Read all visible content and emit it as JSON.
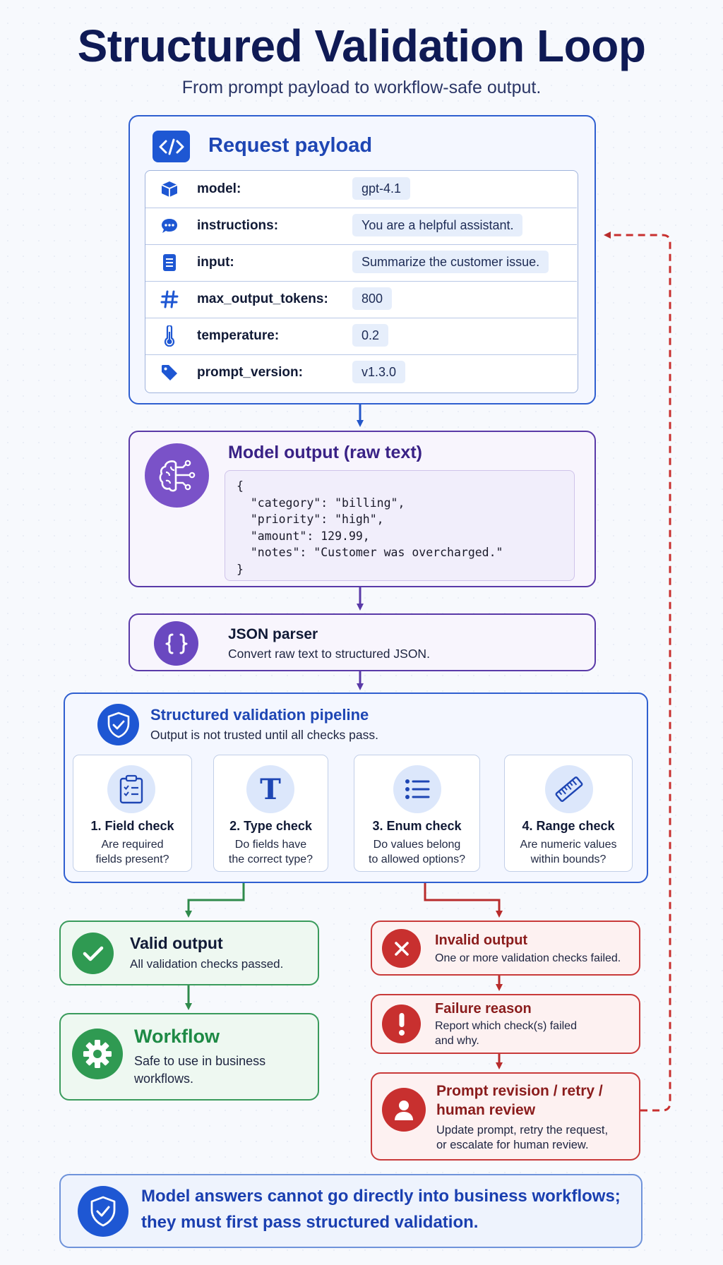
{
  "title": "Structured Validation Loop",
  "subtitle": "From prompt payload to workflow-safe output.",
  "payload": {
    "heading": "Request payload",
    "rows": [
      {
        "icon": "cube-icon",
        "key": "model:",
        "value": "gpt-4.1"
      },
      {
        "icon": "chat-bubble-icon",
        "key": "instructions:",
        "value": "You are a helpful assistant."
      },
      {
        "icon": "document-icon",
        "key": "input:",
        "value": "Summarize the customer issue."
      },
      {
        "icon": "hash-icon",
        "key": "max_output_tokens:",
        "value": "800"
      },
      {
        "icon": "thermometer-icon",
        "key": "temperature:",
        "value": "0.2"
      },
      {
        "icon": "tag-icon",
        "key": "prompt_version:",
        "value": "v1.3.0"
      }
    ]
  },
  "model_output": {
    "heading": "Model output (raw text)",
    "code": "{\n  \"category\": \"billing\",\n  \"priority\": \"high\",\n  \"amount\": 129.99,\n  \"notes\": \"Customer was overcharged.\"\n}"
  },
  "parser": {
    "heading": "JSON parser",
    "description": "Convert raw text to structured JSON."
  },
  "pipeline": {
    "heading": "Structured validation pipeline",
    "description": "Output is not trusted until all checks pass.",
    "steps": [
      {
        "title": "1. Field check",
        "line1": "Are required",
        "line2": "fields present?"
      },
      {
        "title": "2. Type check",
        "line1": "Do fields have",
        "line2": "the correct type?"
      },
      {
        "title": "3. Enum check",
        "line1": "Do values belong",
        "line2": "to allowed options?"
      },
      {
        "title": "4. Range check",
        "line1": "Are numeric values",
        "line2": "within bounds?"
      }
    ]
  },
  "valid": {
    "heading": "Valid output",
    "description": "All validation checks passed."
  },
  "workflow": {
    "heading": "Workflow",
    "line1": "Safe to use in business",
    "line2": "workflows."
  },
  "invalid": {
    "heading": "Invalid output",
    "description": "One or more validation checks failed."
  },
  "failure": {
    "heading": "Failure reason",
    "line1": "Report which check(s) failed",
    "line2": "and why."
  },
  "revision": {
    "heading_line1": "Prompt revision / retry /",
    "heading_line2": "human review",
    "line1": "Update prompt, retry the request,",
    "line2": "or escalate for human review."
  },
  "footer": {
    "line1": "Model answers cannot go directly into business workflows;",
    "line2": "they must first pass structured validation."
  },
  "colors": {
    "blue": "#1e57d3",
    "purple": "#6a48c0",
    "green": "#2f9a52",
    "red": "#c8302f",
    "loop_dashed": "#c8302f"
  }
}
